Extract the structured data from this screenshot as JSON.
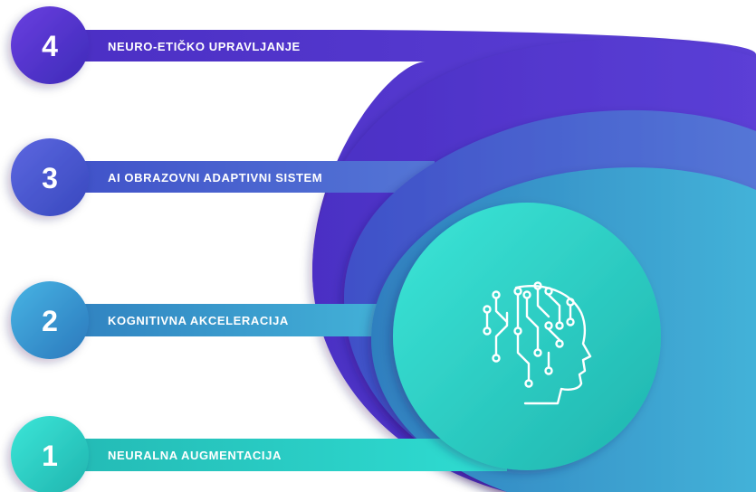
{
  "levels": [
    {
      "number": "1",
      "label": "NEURALNA AUGMENTACIJA",
      "color": "#2BD9CC"
    },
    {
      "number": "2",
      "label": "KOGNITIVNA AKCELERACIJA",
      "color": "#3FA9D6"
    },
    {
      "number": "3",
      "label": "AI OBRAZOVNI ADAPTIVNI SISTEM",
      "color": "#4A6FD8"
    },
    {
      "number": "4",
      "label": "NEURO-ETIČKO UPRAVLJANJE",
      "color": "#5533CF"
    }
  ],
  "center_icon": "ai-brain-head-icon"
}
